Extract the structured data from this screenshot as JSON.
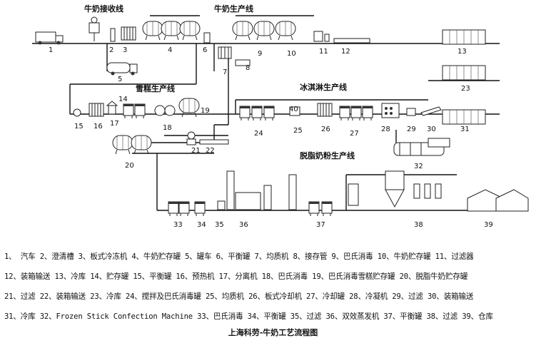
{
  "sections": {
    "milk_reception": "牛奶接收线",
    "milk_production": "牛奶生产线",
    "ice_cream": "冰淇淋生产线",
    "ice_bar": "雪糕生产线",
    "skim_powder": "脱脂奶粉生产线"
  },
  "labels": [
    "1",
    "2",
    "3",
    "4",
    "5",
    "6",
    "7",
    "8",
    "9",
    "10",
    "11",
    "12",
    "13",
    "14",
    "15",
    "16",
    "17",
    "18",
    "19",
    "20",
    "21",
    "22",
    "23",
    "24",
    "25",
    "26",
    "27",
    "28",
    "29",
    "30",
    "31",
    "32",
    "33",
    "34",
    "35",
    "36",
    "37",
    "38",
    "39",
    "40"
  ],
  "legend": [
    "1、 汽车 2、澄清槽 3、板式冷冻机 4、牛奶贮存罐 5、罐车 6、平衡罐 7、均质机 8、接存管 9、巴氏消毒 10、牛奶贮存罐 11、过滤器",
    "12、装箱输送 13、冷库 14、贮存罐 15、平衡罐 16、预热机 17、分离机 18、巴氏消毒 19、巴氏消毒雪糕贮存罐 20、脱脂牛奶贮存罐",
    "21、过滤 22、装箱输送 23、冷库 24、搅拌及巴氏消毒罐 25、均质机 26、板式冷却机 27、冷却罐 28、冷凝机 29、过滤 30、装箱输送",
    "31、冷库 32、Frozen Stick Confection Machine 33、巴氏消毒 34、平衡罐 35、过滤 36、双效蒸发机 37、平衡罐 38、过滤 39、仓库"
  ],
  "caption": "上海科劳-牛奶工艺流程图"
}
